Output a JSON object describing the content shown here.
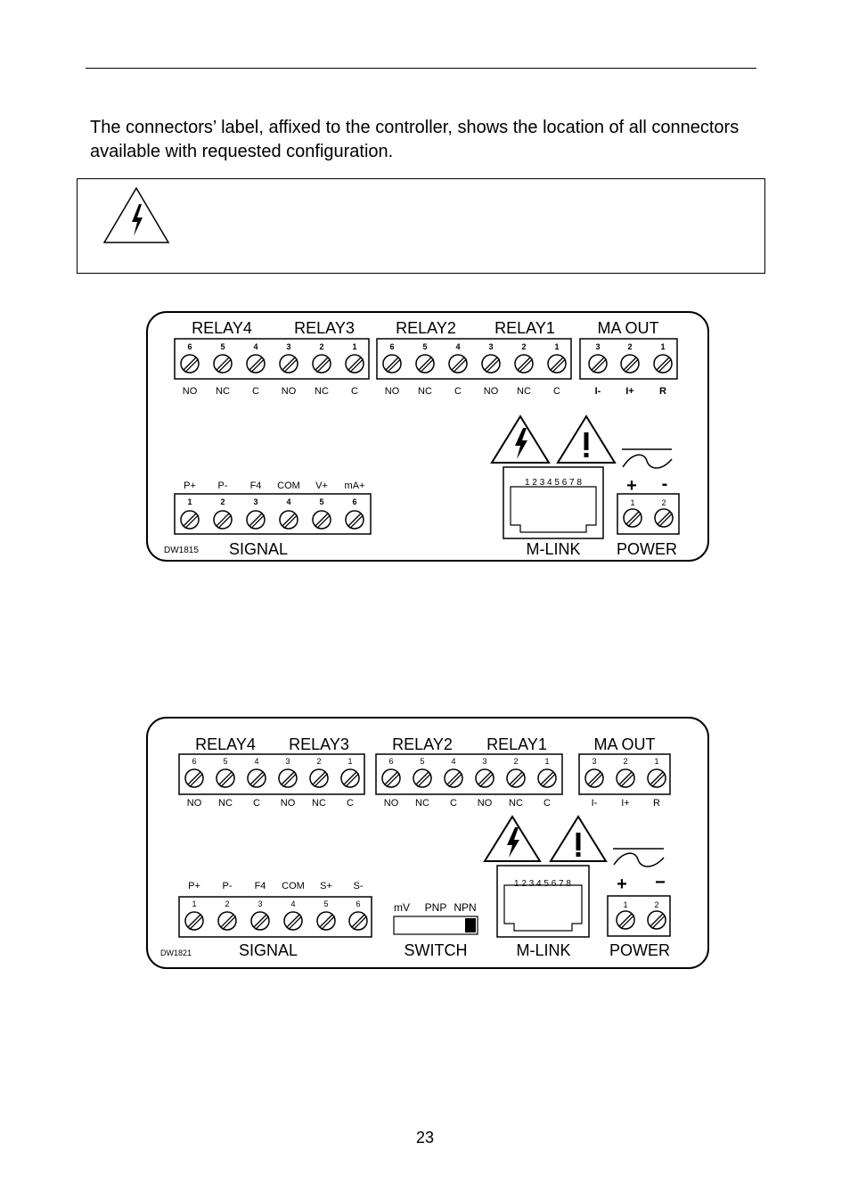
{
  "intro_text": "The connectors’ label, affixed to the controller, shows the location of all connectors available with requested configuration.",
  "page_number": "23",
  "diagram1": {
    "relay_headers": [
      "RELAY4",
      "RELAY3",
      "RELAY2",
      "RELAY1",
      "MA OUT"
    ],
    "relay_nums": [
      "6",
      "5",
      "4",
      "3",
      "2",
      "1",
      "6",
      "5",
      "4",
      "3",
      "2",
      "1"
    ],
    "relay_labels": [
      "NO",
      "NC",
      "C",
      "NO",
      "NC",
      "C",
      "NO",
      "NC",
      "C",
      "NO",
      "NC",
      "C"
    ],
    "ma_nums": [
      "3",
      "2",
      "1"
    ],
    "ma_labels": [
      "I-",
      "I+",
      "R"
    ],
    "signal_labels": [
      "P+",
      "P-",
      "F4",
      "COM",
      "V+",
      "mA+"
    ],
    "signal_nums": [
      "1",
      "2",
      "3",
      "4",
      "5",
      "6"
    ],
    "rj45_pins": "1 2 3 4 5 6 7 8",
    "power_plus": "+",
    "power_minus": "-",
    "power_nums": [
      "1",
      "2"
    ],
    "code": "DW1815",
    "signal_title": "SIGNAL",
    "mlink_title": "M-LINK",
    "power_title": "POWER"
  },
  "diagram2": {
    "relay_headers": [
      "RELAY4",
      "RELAY3",
      "RELAY2",
      "RELAY1",
      "MA OUT"
    ],
    "relay_nums": [
      "6",
      "5",
      "4",
      "3",
      "2",
      "1",
      "6",
      "5",
      "4",
      "3",
      "2",
      "1"
    ],
    "relay_labels": [
      "NO",
      "NC",
      "C",
      "NO",
      "NC",
      "C",
      "NO",
      "NC",
      "C",
      "NO",
      "NC",
      "C"
    ],
    "ma_nums": [
      "3",
      "2",
      "1"
    ],
    "ma_labels": [
      "I-",
      "I+",
      "R"
    ],
    "signal_labels": [
      "P+",
      "P-",
      "F4",
      "COM",
      "S+",
      "S-"
    ],
    "signal_nums": [
      "1",
      "2",
      "3",
      "4",
      "5",
      "6"
    ],
    "switch_labels": [
      "mV",
      "PNP",
      "NPN"
    ],
    "rj45_pins": "1 2 3 4 5 6 7 8",
    "power_plus": "+",
    "power_minus": "−",
    "power_nums": [
      "1",
      "2"
    ],
    "code": "DW1821",
    "signal_title": "SIGNAL",
    "switch_title": "SWITCH",
    "mlink_title": "M-LINK",
    "power_title": "POWER"
  }
}
